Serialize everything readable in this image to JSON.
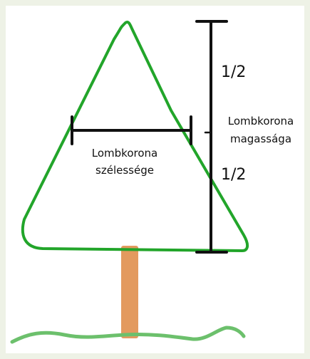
{
  "labels": {
    "crown_width": [
      "Lombkorona",
      "szélessége"
    ],
    "crown_height": [
      "Lombkorona",
      "magassága"
    ],
    "upper_half": "1/2",
    "lower_half": "1/2"
  },
  "colors": {
    "background": "#eef2e6",
    "crown": "#22a52a",
    "trunk": "#e39a5f",
    "ground": "#6cc06c",
    "measure": "#111111"
  }
}
